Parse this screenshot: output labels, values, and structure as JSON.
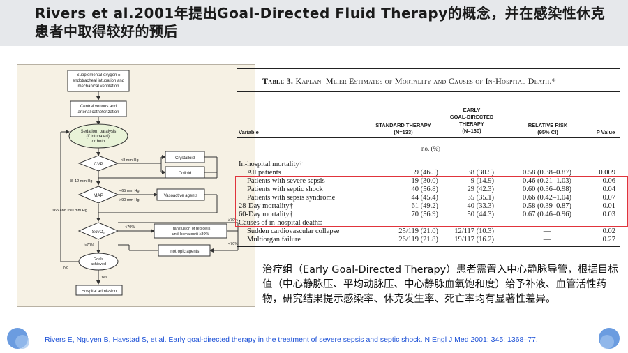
{
  "slide": {
    "title": "Rivers et al.2001年提出Goal-Directed Fluid Therapy的概念，并在感染性休克患者中取得较好的预后",
    "description": "治疗组（Early Goal-Directed Therapy）患者需置入中心静脉导管，根据目标值（中心静脉压、平均动脉压、中心静脉血氧饱和度）给予补液、血管活性药物，研究结果提示感染率、休克发生率、死亡率均有显著性差异。",
    "reference": "Rivers E, Nguyen B, Havstad S, et al. Early goal-directed therapy in the treatment of severe sepsis and septic shock. N Engl J Med 2001; 345: 1368–77."
  },
  "flowchart": {
    "supplemental": "Supplemental oxygen ± endotracheal intubation and mechanical ventilation",
    "catheterization": "Central venous and arterial catheterization",
    "sedation": "Sedation, paralysis (if intubated), or both",
    "cvp": "CVP",
    "cvp_low": "<8 mm Hg",
    "crystalloid": "Crystalloid",
    "colloid": "Colloid",
    "cvp_target": "8–12 mm Hg",
    "map": "MAP",
    "map_low": "<65 mm Hg",
    "map_high": ">90 mm Hg",
    "vasoactive": "Vasoactive agents",
    "map_target": "≥65 and ≤90 mm Hg",
    "scvo2": "ScvO₂",
    "scvo2_low": "<70%",
    "transfusion": "Transfusion of red cells until hematocrit ≥30%",
    "hct_ge70": "≥70%",
    "hct_lt70": "<70%",
    "inotropic": "Inotropic agents",
    "scvo2_target": "≥70%",
    "goals": "Goals achieved",
    "no": "No",
    "yes": "Yes",
    "admission": "Hospital admission"
  },
  "table": {
    "title_bold": "Table 3.",
    "title_rest": " Kaplan–Meier Estimates of Mortality and Causes of In-Hospital Death.*",
    "col_variable": "Variable",
    "col_standard": "Standard Therapy (N=133)",
    "col_egd": "Early Goal-Directed Therapy (N=130)",
    "col_rr": "Relative Risk (95% CI)",
    "col_p": "P Value",
    "units": "no. (%)",
    "rows": [
      {
        "label": "In-hospital mortality†",
        "std": "",
        "egd": "",
        "rr": "",
        "p": ""
      },
      {
        "label": "All patients",
        "std": "59 (46.5)",
        "egd": "38 (30.5)",
        "rr": "0.58 (0.38–0.87)",
        "p": "0.009"
      },
      {
        "label": "Patients with severe sepsis",
        "std": "19 (30.0)",
        "egd": "9 (14.9)",
        "rr": "0.46 (0.21–1.03)",
        "p": "0.06"
      },
      {
        "label": "Patients with septic shock",
        "std": "40 (56.8)",
        "egd": "29 (42.3)",
        "rr": "0.60 (0.36–0.98)",
        "p": "0.04"
      },
      {
        "label": "Patients with sepsis syndrome",
        "std": "44 (45.4)",
        "egd": "35 (35.1)",
        "rr": "0.66 (0.42–1.04)",
        "p": "0.07"
      },
      {
        "label": "28-Day mortality†",
        "std": "61 (49.2)",
        "egd": "40 (33.3)",
        "rr": "0.58 (0.39–0.87)",
        "p": "0.01"
      },
      {
        "label": "60-Day mortality†",
        "std": "70 (56.9)",
        "egd": "50 (44.3)",
        "rr": "0.67 (0.46–0.96)",
        "p": "0.03"
      },
      {
        "label": "Causes of in-hospital death‡",
        "std": "",
        "egd": "",
        "rr": "",
        "p": ""
      },
      {
        "label": "Sudden cardiovascular collapse",
        "std": "25/119 (21.0)",
        "egd": "12/117 (10.3)",
        "rr": "—",
        "p": "0.02"
      },
      {
        "label": "Multiorgan failure",
        "std": "26/119 (21.8)",
        "egd": "19/117 (16.2)",
        "rr": "—",
        "p": "0.27"
      }
    ]
  },
  "colors": {
    "title_bar": "#e6e8eb",
    "highlight_box": "#e0343c",
    "link": "#1a4fd6",
    "flow_bg": "#f6f1e4"
  }
}
